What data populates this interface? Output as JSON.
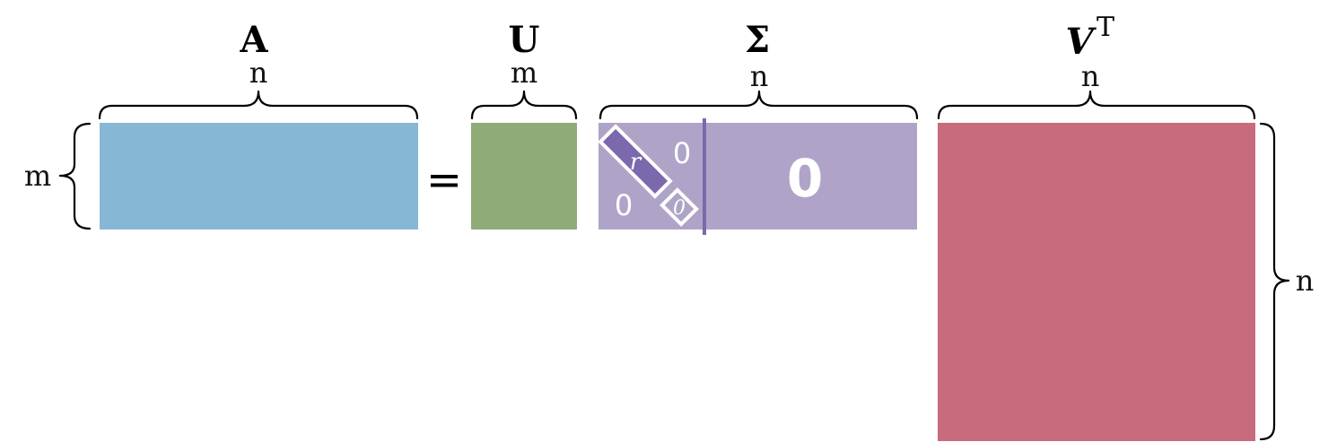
{
  "colors": {
    "A": "#86b8d6",
    "U": "#8fac78",
    "Sigma": "#afa4c8",
    "Sigma_dark": "#7b68ad",
    "VT": "#c86b7c"
  },
  "matrices": {
    "A": {
      "label": "A",
      "top_dim": "n",
      "side_dim": "m"
    },
    "U": {
      "label": "U",
      "top_dim": "m"
    },
    "Sigma": {
      "label": "Σ",
      "top_dim": "n",
      "diag_label": "r",
      "diag_zero": "0",
      "upper_zero": "0",
      "lower_zero": "0",
      "block_zero": "0"
    },
    "VT": {
      "label": "V",
      "superscript": "T",
      "top_dim": "n",
      "side_dim": "n"
    }
  },
  "equals_sign": "="
}
